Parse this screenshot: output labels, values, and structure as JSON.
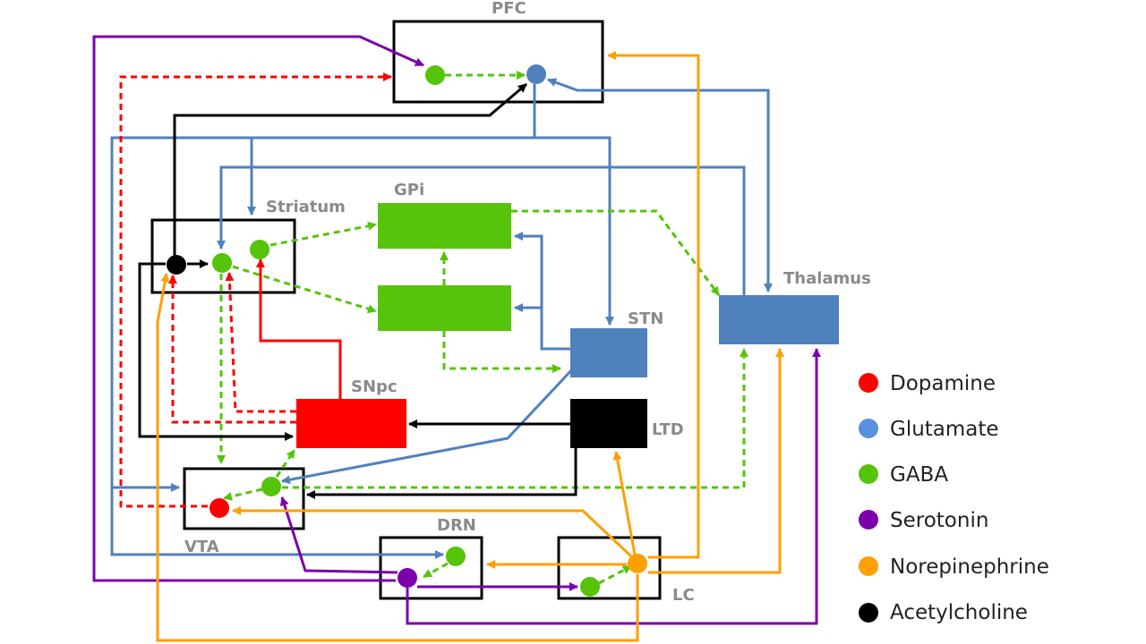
{
  "regions": {
    "pfc": "PFC",
    "striatum": "Striatum",
    "gpi": "GPi",
    "thalamus": "Thalamus",
    "stn": "STN",
    "snpc": "SNpc",
    "ltd": "LTD",
    "vta": "VTA",
    "drn": "DRN",
    "lc": "LC"
  },
  "legend": [
    {
      "label": "Dopamine",
      "color": "#ff0000"
    },
    {
      "label": "Glutamate",
      "color": "#5b8fdf"
    },
    {
      "label": "GABA",
      "color": "#55c40a"
    },
    {
      "label": "Serotonin",
      "color": "#7b00ab"
    },
    {
      "label": "Norepinephrine",
      "color": "#ff9f00"
    },
    {
      "label": "Acetylcholine",
      "color": "#000000"
    }
  ],
  "colors": {
    "dopamine": "#ff0000",
    "glutamate": "#4f81bd",
    "gaba": "#55c40a",
    "serotonin": "#7b00ab",
    "norepinephrine": "#ff9f00",
    "acetylcholine": "#000000",
    "label": "#8a8a8a"
  }
}
